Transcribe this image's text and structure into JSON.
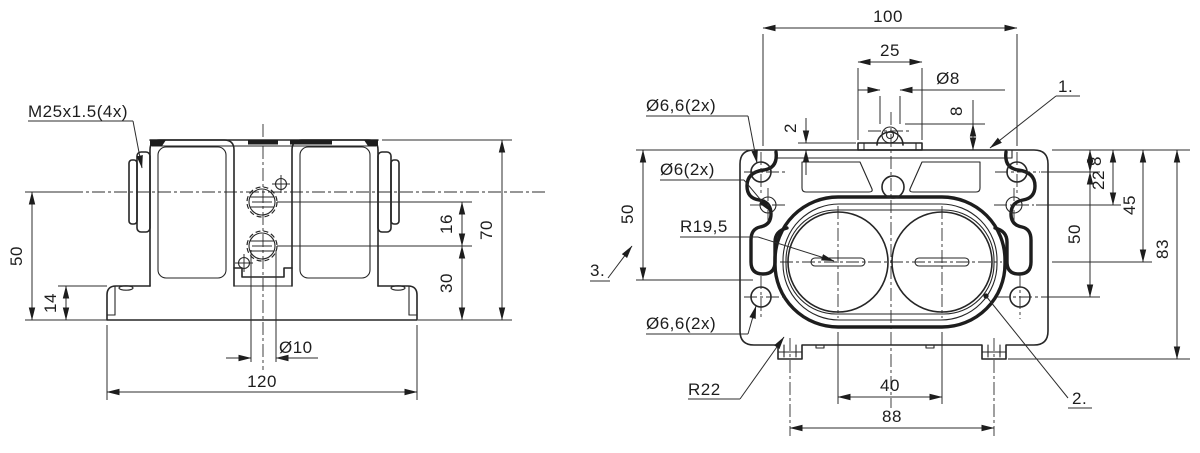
{
  "colors": {
    "background": "#ffffff",
    "line": "#262626"
  },
  "front_view": {
    "thread_callout": "M25x1.5(4x)",
    "dims": {
      "center_height": "50",
      "base_thickness": "14",
      "gland_spacing": "16",
      "lower_gland_height": "30",
      "overall_height": "70",
      "center_hole_dia": "Ø10",
      "base_width": "120"
    }
  },
  "face_view": {
    "dims": {
      "mount_pitch_h": "100",
      "tab_width": "25",
      "ball_dia": "Ø8",
      "tab_height": "2",
      "ball_protrusion": "8",
      "edge_to_mount_hole": "8",
      "edge_to_side_hole": "22",
      "edge_to_bore_axis": "45",
      "mount_pitch_v": "50",
      "side_channel_length": "50",
      "overall_height": "83",
      "top_corner_holes": "Ø6,6(2x)",
      "side_holes": "Ø6(2x)",
      "bore_radius": "R19,5",
      "bottom_corner_holes": "Ø6,6(2x)",
      "end_radius": "R22",
      "bore_pitch": "40",
      "foot_pitch": "88"
    },
    "callouts": {
      "item1": "1.",
      "item2": "2.",
      "item3": "3."
    }
  }
}
